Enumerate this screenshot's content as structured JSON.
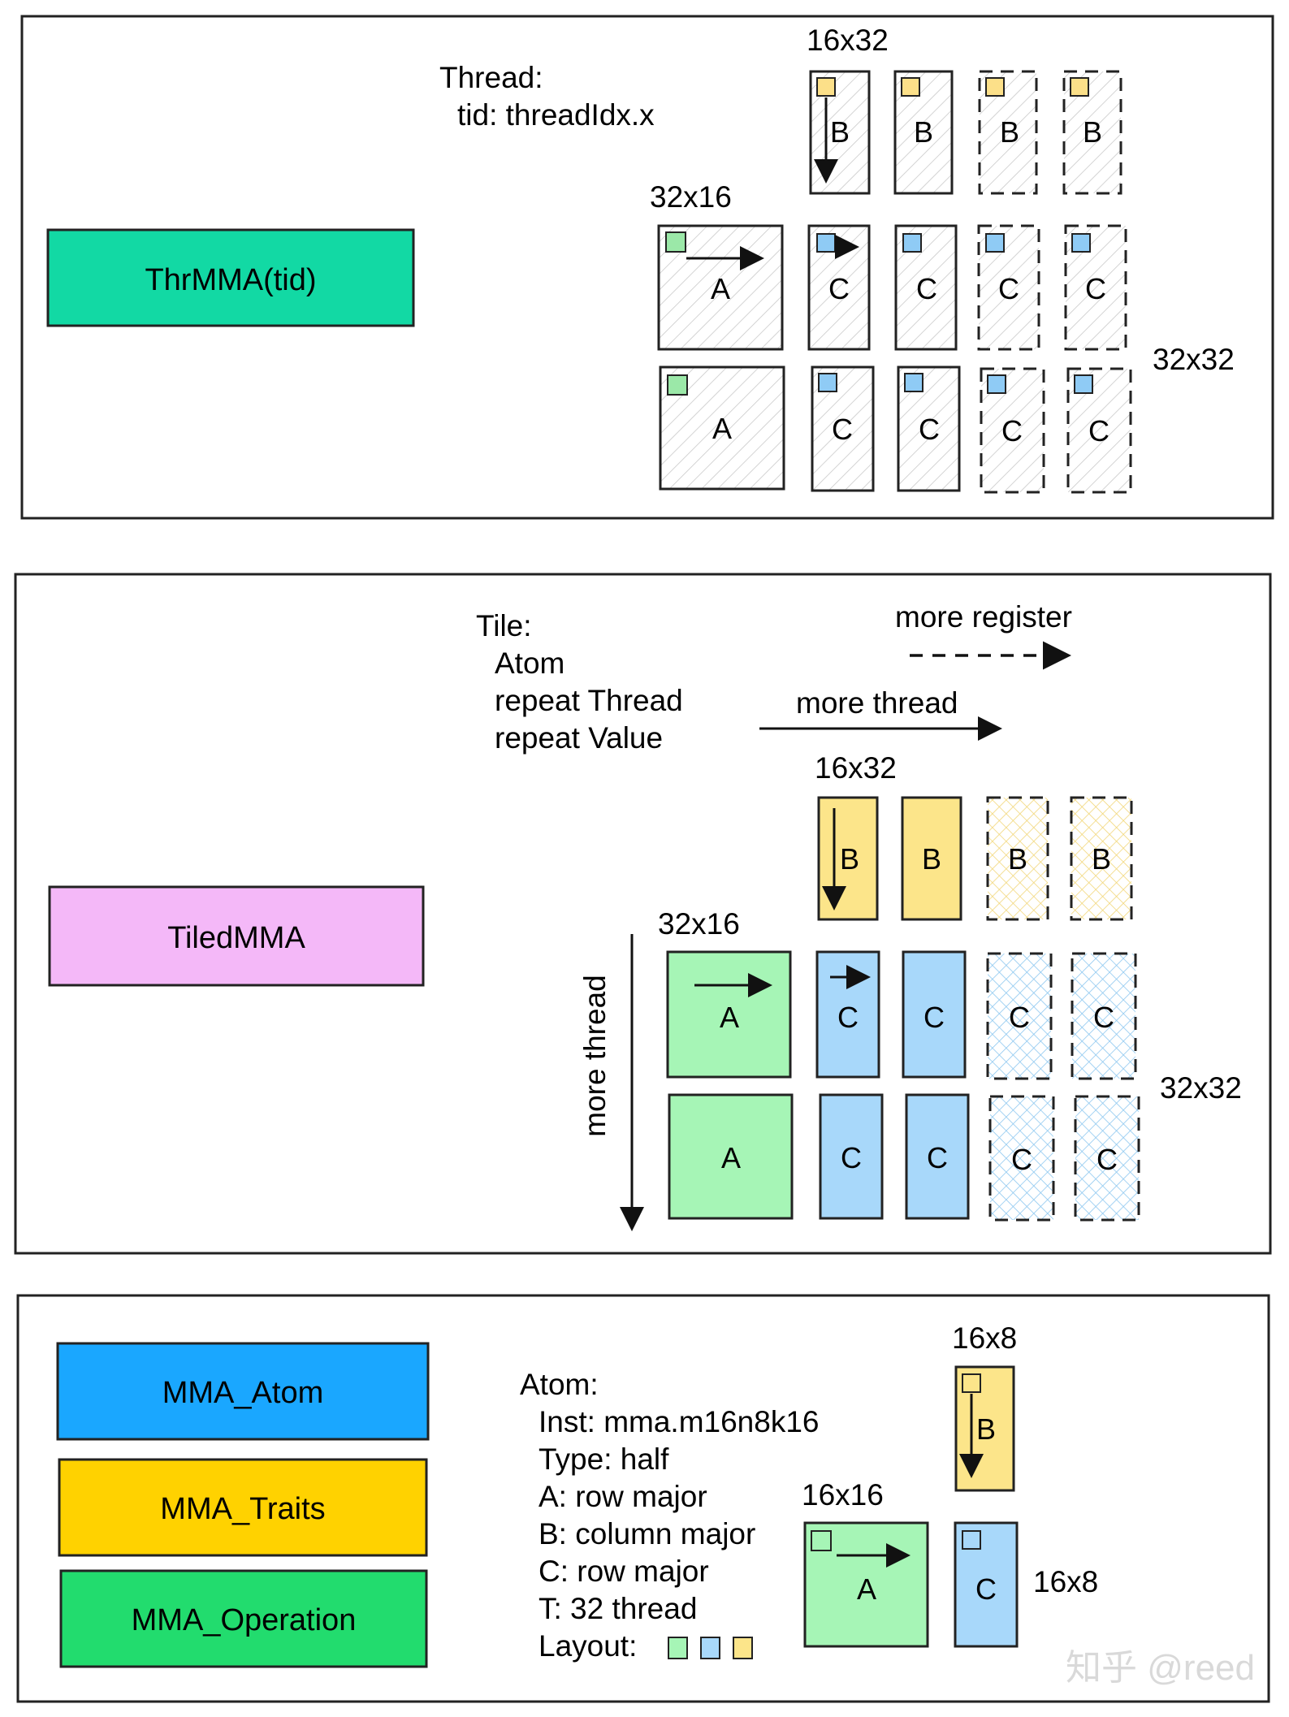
{
  "panels": {
    "thr": {
      "name_label": "ThrMMA(tid)",
      "name_color": "#12D9A4",
      "info": [
        "Thread:",
        "  tid: threadIdx.x"
      ],
      "dim_b": "16x32",
      "dim_a": "32x16",
      "dim_c": "32x32"
    },
    "tiled": {
      "name_label": "TiledMMA",
      "name_color": "#F4B8F8",
      "info": [
        "Tile:",
        "  Atom",
        "  repeat Thread",
        "  repeat Value"
      ],
      "legend_register": "more register",
      "legend_thread": "more thread",
      "vertical_thread": "more thread",
      "dim_b": "16x32",
      "dim_a": "32x16",
      "dim_c": "32x32"
    },
    "atom": {
      "layers": [
        {
          "label": "MMA_Atom",
          "color": "#1AA7FF"
        },
        {
          "label": "MMA_Traits",
          "color": "#FFD200"
        },
        {
          "label": "MMA_Operation",
          "color": "#22DC6E"
        }
      ],
      "info": [
        "Atom:",
        "  Inst: mma.m16n8k16",
        "  Type: half",
        "  A: row major",
        "  B: column major",
        "  C: row major",
        "  T: 32 thread",
        "  Layout:"
      ],
      "dim_b": "16x8",
      "dim_a": "16x16",
      "dim_c": "16x8"
    }
  },
  "matrix_labels": {
    "a": "A",
    "b": "B",
    "c": "C"
  },
  "colors": {
    "a_fill": "#A6F5B6",
    "b_fill": "#FCE58A",
    "c_fill": "#A8D8FA",
    "corner_a": "#9BE8A8",
    "corner_b": "#FCE089",
    "corner_c": "#8FCBF5"
  },
  "watermark": "知乎 @reed"
}
